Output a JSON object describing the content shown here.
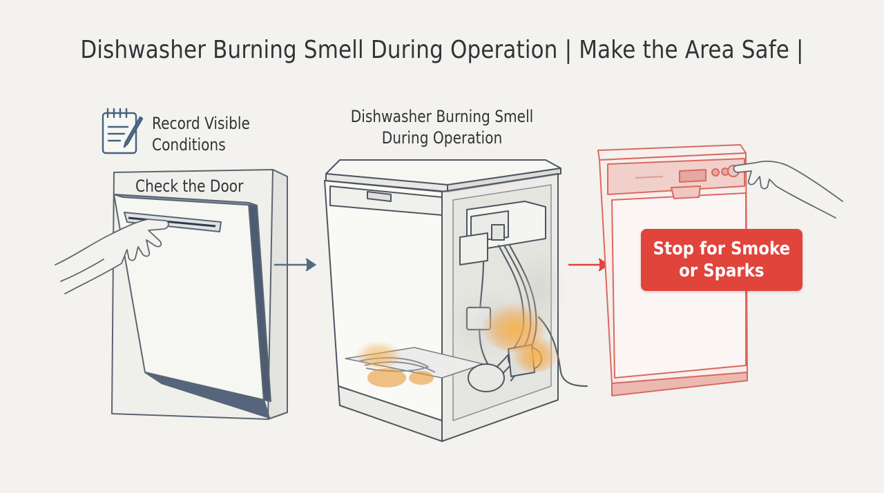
{
  "title": "Dishwasher Burning Smell During Operation | Make the Area Safe |",
  "steps": {
    "record_label": "Record Visible\nConditions",
    "door_label": "Check the Door",
    "center_label": "Dishwasher Burning Smell\nDuring Operation",
    "stop_label": "Stop for Smoke\nor Sparks"
  },
  "icons": [
    "clipboard-notes-icon",
    "hand-icon",
    "arrow-right-icon",
    "flame-icon"
  ],
  "colors": {
    "background": "#f3f2ee",
    "line": "#4d5560",
    "blue_accent": "#566a86",
    "alert_red": "#e0443b",
    "flame": "#f0a13a"
  }
}
